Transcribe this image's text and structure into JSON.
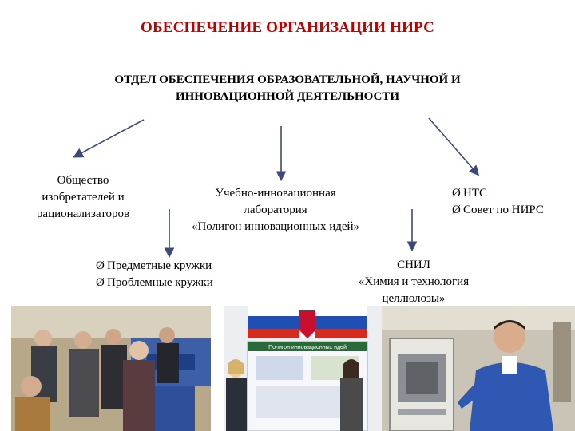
{
  "header": {
    "title": "ОБЕСПЕЧЕНИЕ ОРГАНИЗАЦИИ НИРС",
    "department_lines": [
      "ОТДЕЛ ОБЕСПЕЧЕНИЯ ОБРАЗОВАТЕЛЬНОЙ, НАУЧНОЙ И",
      "ИННОВАЦИОННОЙ ДЕЯТЕЛЬНОСТИ"
    ]
  },
  "nodes": {
    "society": [
      "Общество",
      "изобретателей и",
      "рационализаторов"
    ],
    "lab": [
      "Учебно-инновационная",
      "лаборатория",
      "«Полигон инновационных идей»"
    ],
    "ntc": [
      "НТС",
      "Совет по НИРС"
    ],
    "circles": [
      "Предметные кружки",
      "Проблемные кружки"
    ],
    "snil": [
      "СНИЛ",
      "«Химия и технология",
      "целлюлозы»"
    ]
  },
  "photo_text": {
    "poster": "Полигон инновационных идей"
  },
  "colors": {
    "title": "#c00000",
    "arrow": "#3b4a7a",
    "flag_white": "#ffffff",
    "flag_blue": "#1f4fb4",
    "flag_red": "#d52b1e"
  }
}
